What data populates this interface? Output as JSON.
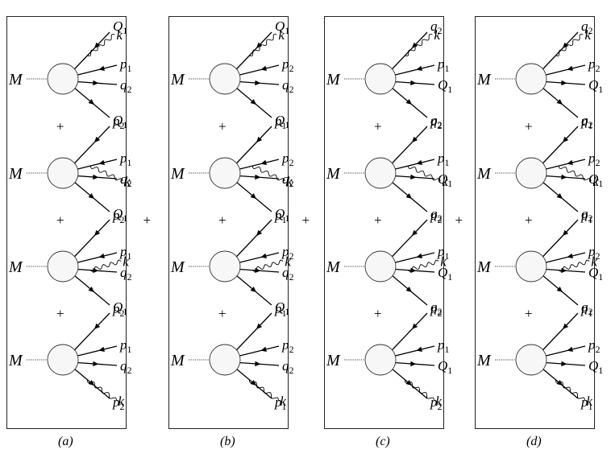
{
  "meson_label": "M",
  "photon_label": "k",
  "plus_sign": "+",
  "particles": {
    "Q1": {
      "base": "Q",
      "sub": "1"
    },
    "p1": {
      "base": "p",
      "sub": "1"
    },
    "p2": {
      "base": "p",
      "sub": "2"
    },
    "q2": {
      "base": "q",
      "sub": "2"
    }
  },
  "panels": [
    {
      "caption": "(a)",
      "diagrams": [
        {
          "legs": [
            "Q1",
            "p1",
            "q2",
            "p2"
          ],
          "photon_leg": 0
        },
        {
          "legs": [
            "Q1",
            "p1",
            "q2",
            "p2"
          ],
          "photon_leg": 1
        },
        {
          "legs": [
            "Q1",
            "p1",
            "q2",
            "p2"
          ],
          "photon_leg": 2
        },
        {
          "legs": [
            "Q1",
            "p1",
            "q2",
            "p2"
          ],
          "photon_leg": 3
        }
      ]
    },
    {
      "caption": "(b)",
      "diagrams": [
        {
          "legs": [
            "Q1",
            "p2",
            "q2",
            "p1"
          ],
          "photon_leg": 0
        },
        {
          "legs": [
            "Q1",
            "p2",
            "q2",
            "p1"
          ],
          "photon_leg": 1
        },
        {
          "legs": [
            "Q1",
            "p2",
            "q2",
            "p1"
          ],
          "photon_leg": 2
        },
        {
          "legs": [
            "Q1",
            "p2",
            "q2",
            "p1"
          ],
          "photon_leg": 3
        }
      ]
    },
    {
      "caption": "(c)",
      "diagrams": [
        {
          "legs": [
            "q2",
            "p1",
            "Q1",
            "p2"
          ],
          "photon_leg": 0
        },
        {
          "legs": [
            "q2",
            "p1",
            "Q1",
            "p2"
          ],
          "photon_leg": 1
        },
        {
          "legs": [
            "q2",
            "p1",
            "Q1",
            "p2"
          ],
          "photon_leg": 2
        },
        {
          "legs": [
            "q2",
            "p1",
            "Q1",
            "p2"
          ],
          "photon_leg": 3
        }
      ]
    },
    {
      "caption": "(d)",
      "diagrams": [
        {
          "legs": [
            "q2",
            "p2",
            "Q1",
            "p1"
          ],
          "photon_leg": 0
        },
        {
          "legs": [
            "q2",
            "p2",
            "Q1",
            "p1"
          ],
          "photon_leg": 1
        },
        {
          "legs": [
            "q2",
            "p2",
            "Q1",
            "p1"
          ],
          "photon_leg": 2
        },
        {
          "legs": [
            "q2",
            "p2",
            "Q1",
            "p1"
          ],
          "photon_leg": 3
        }
      ]
    }
  ]
}
